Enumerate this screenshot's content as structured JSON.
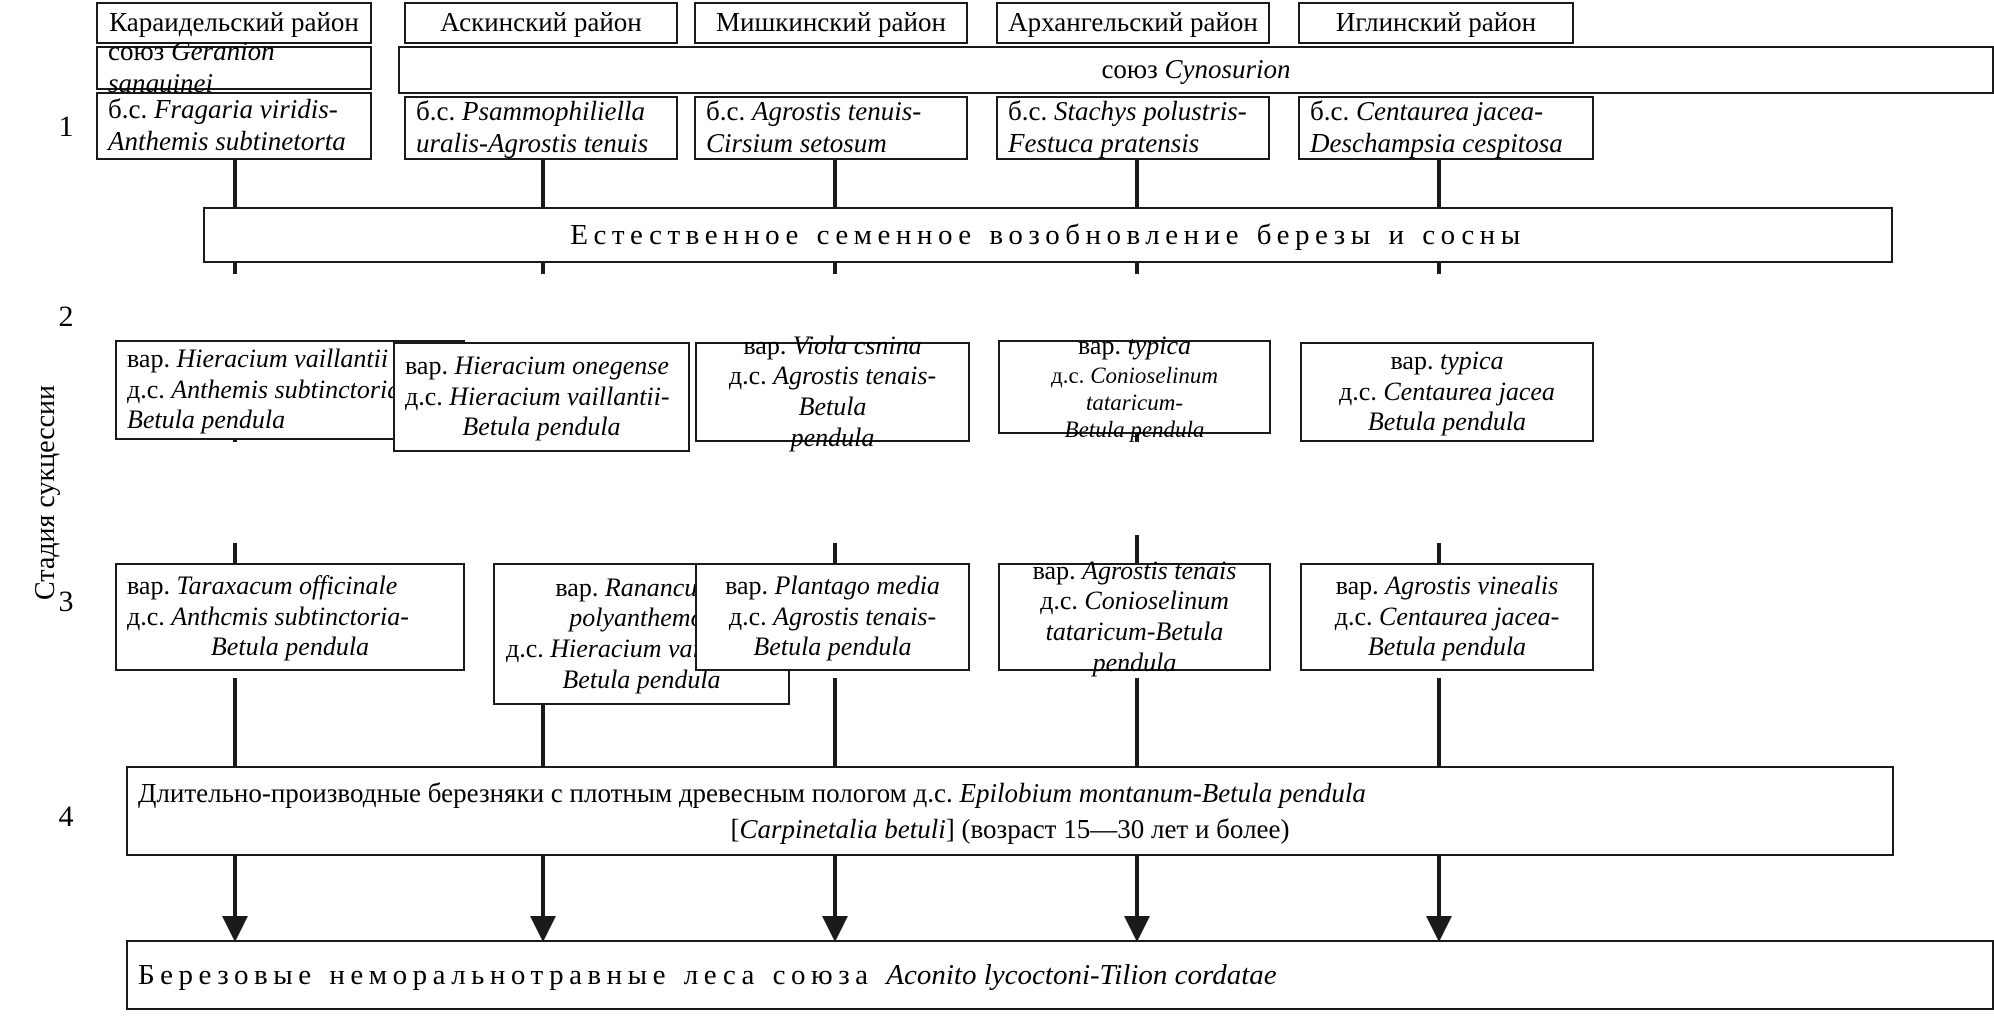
{
  "axis": {
    "title": "Стадия сукцессии"
  },
  "stage_numbers": [
    "1",
    "2",
    "3",
    "4"
  ],
  "regions": [
    {
      "name": "Караидельский район"
    },
    {
      "name": "Аскинский район"
    },
    {
      "name": "Мишкинский район"
    },
    {
      "name": "Архангельский район"
    },
    {
      "name": "Иглинский район"
    }
  ],
  "unions": {
    "left": {
      "prefix": "союз ",
      "name": "Geranion sanguinei"
    },
    "right": {
      "prefix": "союз ",
      "name": "Cynosurion"
    }
  },
  "stage1": [
    {
      "prefix": "б.с. ",
      "line1": "Fragaria viridis-",
      "line2": "Anthemis subtinetorta"
    },
    {
      "prefix": "б.с. ",
      "line1": "Psammophiliella",
      "line2": "uralis-Agrostis tenuis"
    },
    {
      "prefix": "б.с. ",
      "line1": "Agrostis tenuis-",
      "line2": "Cirsium setosum"
    },
    {
      "prefix": "б.с. ",
      "line1": "Stachys polustris-",
      "line2": "Festuca pratensis"
    },
    {
      "prefix": "б.с. ",
      "line1": "Centaurea jacea-",
      "line2": "Deschampsia cespitosa"
    }
  ],
  "banner": {
    "text": "Естественное семенное возобновление березы и сосны"
  },
  "stage2": [
    {
      "var_prefix": "вар. ",
      "var_name": "Hieracium vaillantii",
      "ds_prefix": "д.с. ",
      "ds_line1": "Anthemis subtinctoria-",
      "ds_line2": "Betula pendula",
      "align": "lft",
      "size": "lbl-var"
    },
    {
      "var_prefix": "вар. ",
      "var_name": "Hieracium onegense",
      "ds_prefix": "д.с. ",
      "ds_line1": "Hieracium vaillantii-",
      "ds_line2": "Betula pendula",
      "align": "lft",
      "size": "lbl-var"
    },
    {
      "var_prefix": "вар. ",
      "var_name": "Viola csnina",
      "ds_prefix": "д.с. ",
      "ds_line1": "Agrostis tenais-Betula",
      "ds_line2": "pendula",
      "align": "ctr",
      "size": "lbl-var"
    },
    {
      "var_prefix": "вар. ",
      "var_name": "typica",
      "ds_prefix": "д.с. ",
      "ds_line1": "Conioselinum tataricum-",
      "ds_line2": "Betula pendula",
      "align": "ctr",
      "size": "lbl-var-sm"
    },
    {
      "var_prefix": "вар. ",
      "var_name": "typica",
      "ds_prefix": "д.с. ",
      "ds_line1": "Centaurea jacea",
      "ds_line2": "Betula pendula",
      "align": "ctr",
      "size": "lbl-var"
    }
  ],
  "stage3": [
    {
      "var_prefix": "вар. ",
      "var_name": "Taraxacum officinale",
      "ds_prefix": "д.с. ",
      "ds_line1": "Anthcmis subtinctoria-",
      "ds_line2": "Betula pendula",
      "align": "lft",
      "size": "lbl-var",
      "var_extra": ""
    },
    {
      "var_prefix": "вар. ",
      "var_name": "Rananculus",
      "var_extra": "polyanthemos",
      "ds_prefix": "д.с. ",
      "ds_line1": "Hieracium vaillantii -",
      "ds_line2": "Betula pendula",
      "align": "ctr",
      "size": "lbl-var"
    },
    {
      "var_prefix": "вар. ",
      "var_name": "Plantago media",
      "var_extra": "",
      "ds_prefix": "д.с. ",
      "ds_line1": "Agrostis tenais-",
      "ds_line2": "Betula pendula",
      "align": "ctr",
      "size": "lbl-var"
    },
    {
      "var_prefix": "вар. ",
      "var_name": "Agrostis tenais",
      "var_extra": "",
      "ds_prefix": "д.с. ",
      "ds_line1": "Conioselinum",
      "ds_line2": "tataricum-Betula pendula",
      "align": "ctr",
      "size": "lbl-var"
    },
    {
      "var_prefix": "вар. ",
      "var_name": "Agrostis vinealis",
      "var_extra": "",
      "ds_prefix": "д.с. ",
      "ds_line1": "Centaurea jacea-",
      "ds_line2": "Betula pendula",
      "align": "ctr",
      "size": "lbl-var"
    }
  ],
  "stage4": {
    "line1_a": "Длительно-производные березняки с плотным древесным пологом д.с. ",
    "line1_i": "Epilobium montanum-Betula pendula",
    "line2_a": "[",
    "line2_i": "Carpinetalia betuli",
    "line2_b": "] (возраст 15—30 лет и более)"
  },
  "bottom": {
    "text": "Березовые неморальнотравные леса союза ",
    "italic": "Aconito lycoctoni-Tilion cordatae"
  }
}
